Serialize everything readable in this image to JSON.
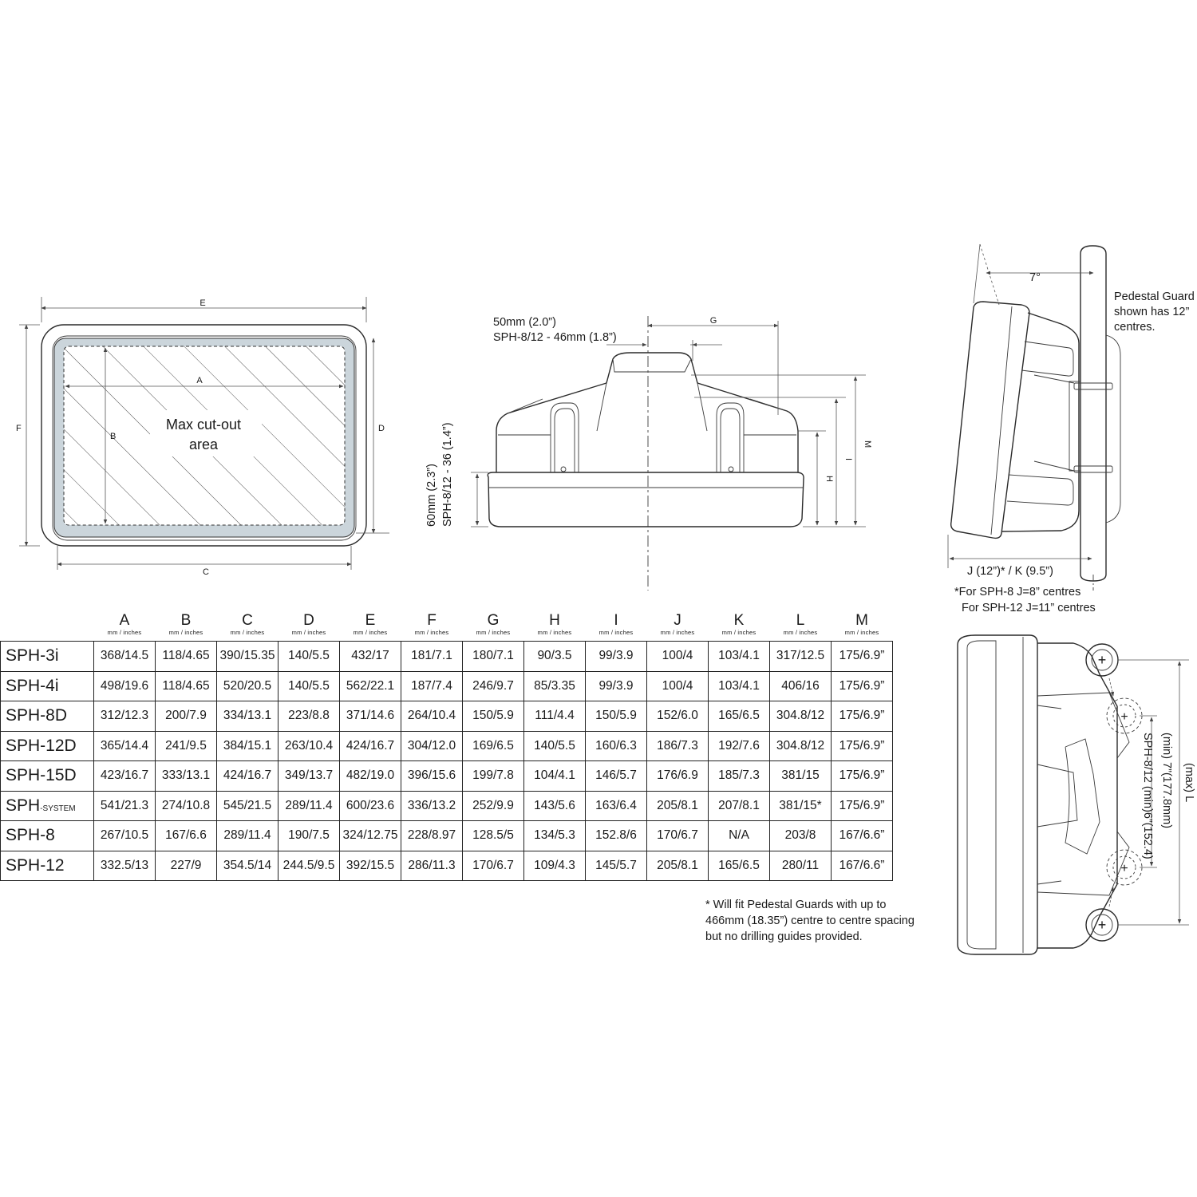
{
  "front_view": {
    "dim_labels": {
      "A": "A",
      "B": "B",
      "C": "C",
      "D": "D",
      "E": "E",
      "F": "F"
    },
    "cutout_label_line1": "Max cut-out",
    "cutout_label_line2": "area"
  },
  "top_view": {
    "depth_note_line1": "50mm (2.0”)",
    "depth_note_line2": "SPH-8/12 - 46mm (1.8”)",
    "height_note_line1": "60mm (2.3”)",
    "height_note_line2": "SPH-8/12 - 36 (1.4”)",
    "dim_labels": {
      "G": "G",
      "H": "H",
      "I": "I",
      "M": "M"
    }
  },
  "side_view": {
    "angle_label": "7°",
    "guard_note_line1": "Pedestal Guard",
    "guard_note_line2": "shown has 12”",
    "guard_note_line3": "centres.",
    "jk_label": "J (12”)* / K (9.5”)",
    "footnote_line1": "*For SPH-8  J=8” centres",
    "footnote_line2": "For SPH-12  J=11” centres"
  },
  "rear_view": {
    "min_label_line1": "(min) 7”(177.8mm)",
    "min_label_line2": "SPH-8/12 (min)6”(152.4)",
    "max_label": "(max) L"
  },
  "table": {
    "columns": [
      "A",
      "B",
      "C",
      "D",
      "E",
      "F",
      "G",
      "H",
      "I",
      "J",
      "K",
      "L",
      "M"
    ],
    "unit_label": "mm / inches",
    "rows": [
      {
        "model": "SPH-3i",
        "suffix": "",
        "values": [
          "368/14.5",
          "118/4.65",
          "390/15.35",
          "140/5.5",
          "432/17",
          "181/7.1",
          "180/7.1",
          "90/3.5",
          "99/3.9",
          "100/4",
          "103/4.1",
          "317/12.5",
          "175/6.9”"
        ]
      },
      {
        "model": "SPH-4i",
        "suffix": "",
        "values": [
          "498/19.6",
          "118/4.65",
          "520/20.5",
          "140/5.5",
          "562/22.1",
          "187/7.4",
          "246/9.7",
          "85/3.35",
          "99/3.9",
          "100/4",
          "103/4.1",
          "406/16",
          "175/6.9”"
        ]
      },
      {
        "model": "SPH-8D",
        "suffix": "",
        "values": [
          "312/12.3",
          "200/7.9",
          "334/13.1",
          "223/8.8",
          "371/14.6",
          "264/10.4",
          "150/5.9",
          "111/4.4",
          "150/5.9",
          "152/6.0",
          "165/6.5",
          "304.8/12",
          "175/6.9”"
        ]
      },
      {
        "model": "SPH-12D",
        "suffix": "",
        "values": [
          "365/14.4",
          "241/9.5",
          "384/15.1",
          "263/10.4",
          "424/16.7",
          "304/12.0",
          "169/6.5",
          "140/5.5",
          "160/6.3",
          "186/7.3",
          "192/7.6",
          "304.8/12",
          "175/6.9”"
        ]
      },
      {
        "model": "SPH-15D",
        "suffix": "",
        "values": [
          "423/16.7",
          "333/13.1",
          "424/16.7",
          "349/13.7",
          "482/19.0",
          "396/15.6",
          "199/7.8",
          "104/4.1",
          "146/5.7",
          "176/6.9",
          "185/7.3",
          "381/15",
          "175/6.9”"
        ]
      },
      {
        "model": "SPH",
        "suffix": "-SYSTEM",
        "values": [
          "541/21.3",
          "274/10.8",
          "545/21.5",
          "289/11.4",
          "600/23.6",
          "336/13.2",
          "252/9.9",
          "143/5.6",
          "163/6.4",
          "205/8.1",
          "207/8.1",
          "381/15*",
          "175/6.9”"
        ]
      },
      {
        "model": "SPH-8",
        "suffix": "",
        "values": [
          "267/10.5",
          "167/6.6",
          "289/11.4",
          "190/7.5",
          "324/12.75",
          "228/8.97",
          "128.5/5",
          "134/5.3",
          "152.8/6",
          "170/6.7",
          "N/A",
          "203/8",
          "167/6.6”"
        ]
      },
      {
        "model": "SPH",
        "suffix": "-12",
        "values": [
          "332.5/13",
          "227/9",
          "354.5/14",
          "244.5/9.5",
          "392/15.5",
          "286/11.3",
          "170/6.7",
          "109/4.3",
          "145/5.7",
          "205/8.1",
          "165/6.5",
          "280/11",
          "167/6.6”"
        ]
      }
    ]
  },
  "table_footnote": {
    "line1": "* Will fit Pedestal Guards with up to",
    "line2": "466mm (18.35”)  centre to centre spacing",
    "line3": "but no drilling guides provided."
  }
}
